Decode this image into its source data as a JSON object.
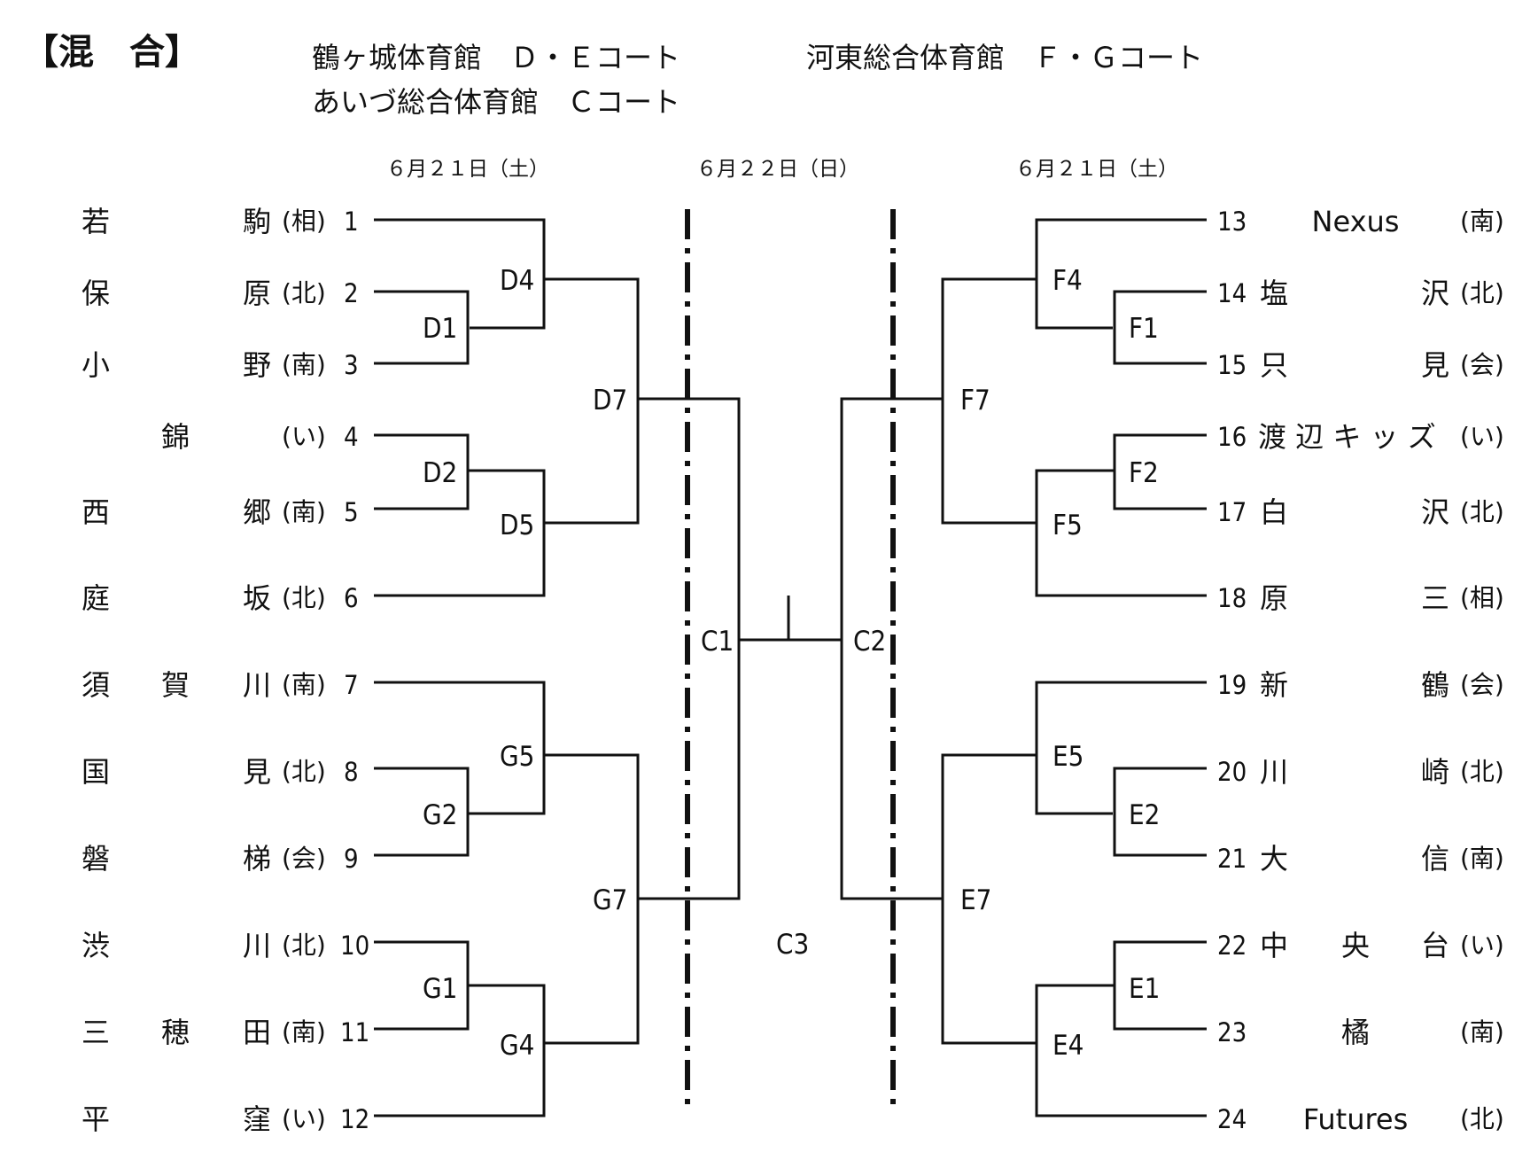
{
  "title": "【混　合】",
  "venues": {
    "line1_left": "鶴ヶ城体育館　Ｄ・Ｅコート",
    "line1_right": "河東総合体育館　Ｆ・Ｇコート",
    "line2": "あいづ総合体育館　Ｃコート"
  },
  "dates": {
    "left": "６月２１日（土）",
    "center": "６月２２日（日）",
    "right": "６月２１日（土）"
  },
  "left_teams": [
    {
      "n1": "若",
      "n2": "",
      "n3": "駒",
      "assoc": "(相)",
      "num": "1"
    },
    {
      "n1": "保",
      "n2": "",
      "n3": "原",
      "assoc": "(北)",
      "num": "2"
    },
    {
      "n1": "小",
      "n2": "",
      "n3": "野",
      "assoc": "(南)",
      "num": "3"
    },
    {
      "n1": "",
      "n2": "錦",
      "n3": "",
      "assoc": "(い)",
      "num": "4"
    },
    {
      "n1": "西",
      "n2": "",
      "n3": "郷",
      "assoc": "(南)",
      "num": "5"
    },
    {
      "n1": "庭",
      "n2": "",
      "n3": "坂",
      "assoc": "(北)",
      "num": "6"
    },
    {
      "n1": "須",
      "n2": "賀",
      "n3": "川",
      "assoc": "(南)",
      "num": "7"
    },
    {
      "n1": "国",
      "n2": "",
      "n3": "見",
      "assoc": "(北)",
      "num": "8"
    },
    {
      "n1": "磐",
      "n2": "",
      "n3": "梯",
      "assoc": "(会)",
      "num": "9"
    },
    {
      "n1": "渋",
      "n2": "",
      "n3": "川",
      "assoc": "(北)",
      "num": "10"
    },
    {
      "n1": "三",
      "n2": "穂",
      "n3": "田",
      "assoc": "(南)",
      "num": "11"
    },
    {
      "n1": "平",
      "n2": "",
      "n3": "窪",
      "assoc": "(い)",
      "num": "12"
    }
  ],
  "right_teams": [
    {
      "num": "13",
      "a": "",
      "b": "Nexus",
      "c": "",
      "assoc": "(南)"
    },
    {
      "num": "14",
      "a": "塩",
      "b": "",
      "c": "沢",
      "assoc": "(北)"
    },
    {
      "num": "15",
      "a": "只",
      "b": "",
      "c": "見",
      "assoc": "(会)"
    },
    {
      "num": "16",
      "a": "渡 辺 キ ッ ズ",
      "b": "",
      "c": "",
      "assoc": "(い)"
    },
    {
      "num": "17",
      "a": "白",
      "b": "",
      "c": "沢",
      "assoc": "(北)"
    },
    {
      "num": "18",
      "a": "原",
      "b": "",
      "c": "三",
      "assoc": "(相)"
    },
    {
      "num": "19",
      "a": "新",
      "b": "",
      "c": "鶴",
      "assoc": "(会)"
    },
    {
      "num": "20",
      "a": "川",
      "b": "",
      "c": "崎",
      "assoc": "(北)"
    },
    {
      "num": "21",
      "a": "大",
      "b": "",
      "c": "信",
      "assoc": "(南)"
    },
    {
      "num": "22",
      "a": "中",
      "b": "央",
      "c": "台",
      "assoc": "(い)"
    },
    {
      "num": "23",
      "a": "",
      "b": "橘",
      "c": "",
      "assoc": "(南)"
    },
    {
      "num": "24",
      "a": "",
      "b": "Futures",
      "c": "",
      "assoc": "(北)"
    }
  ],
  "matches": {
    "D1": "D1",
    "D2": "D2",
    "D4": "D4",
    "D5": "D5",
    "D7": "D7",
    "G1": "G1",
    "G2": "G2",
    "G4": "G4",
    "G5": "G5",
    "G7": "G7",
    "F1": "F1",
    "F2": "F2",
    "F4": "F4",
    "F5": "F5",
    "F7": "F7",
    "E1": "E1",
    "E2": "E2",
    "E4": "E4",
    "E5": "E5",
    "E7": "E7",
    "C1": "C1",
    "C2": "C2",
    "C3": "C3"
  }
}
